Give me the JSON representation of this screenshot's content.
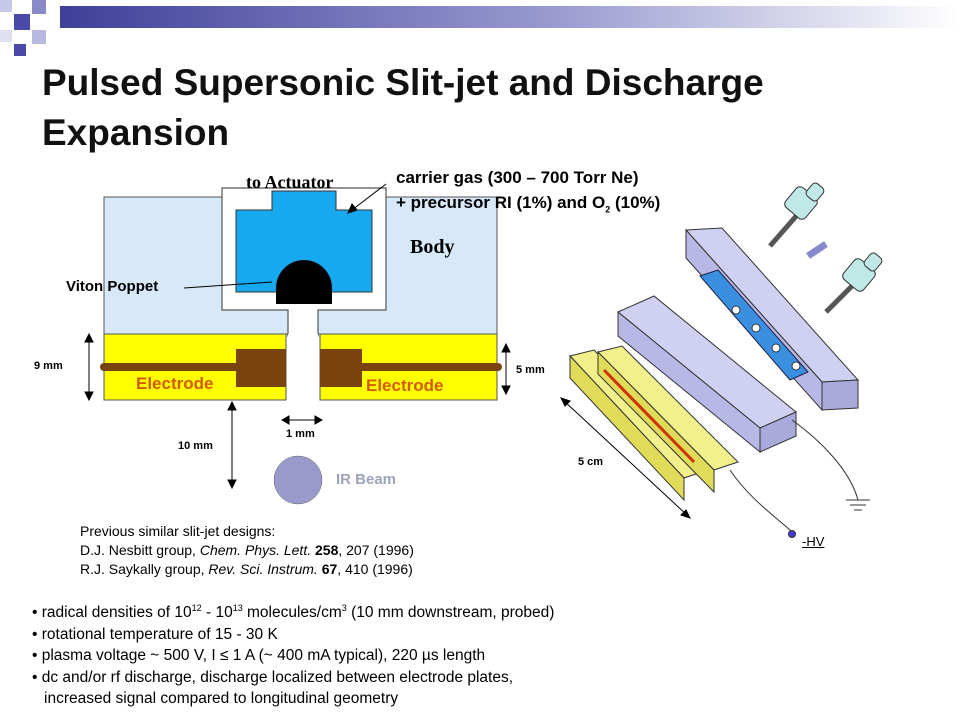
{
  "title": {
    "line1": "Pulsed Supersonic Slit-jet and Discharge",
    "line2": "Expansion"
  },
  "labels": {
    "to_actuator": "to Actuator",
    "carrier_line1": "carrier gas (300 – 700 Torr Ne)",
    "carrier_line2_pre": "+ precursor RI (1%) and O",
    "carrier_line2_sub": "2",
    "carrier_line2_post": " (10%)",
    "body": "Body",
    "viton_poppet": "Viton Poppet",
    "electrode_left": "Electrode",
    "electrode_right": "Electrode",
    "dim_9mm": "9 mm",
    "dim_5mm": "5 mm",
    "dim_10mm": "10 mm",
    "dim_1mm": "1 mm",
    "dim_5cm": "5 cm",
    "ir_beam": "IR Beam",
    "hv": "-HV"
  },
  "references": {
    "heading": "Previous similar slit-jet designs:",
    "ref1": {
      "pre": "D.J. Nesbitt group, ",
      "journal": "Chem. Phys. Lett.",
      "vol": "258",
      "post": ", 207 (1996)"
    },
    "ref2": {
      "pre": "R.J. Saykally group, ",
      "journal": "Rev. Sci. Instrum.",
      "vol": "67",
      "post": ", 410 (1996)"
    }
  },
  "bullets": {
    "b1": {
      "pre": "radical densities of 10",
      "sup1": "12",
      "mid": " - 10",
      "sup2": "13",
      "mid2": " molecules/cm",
      "sup3": "3",
      "post": " (10 mm downstream, probed)"
    },
    "b2": "rotational temperature of 15 - 30 K",
    "b3": "plasma voltage ~ 500 V, I ≤ 1 A (~ 400 mA typical), 220 µs length",
    "b4_line1": "dc and/or rf discharge, discharge localized between electrode plates,",
    "b4_line2": "increased signal compared to longitudinal geometry"
  },
  "colors": {
    "body_fill": "#d7e9f9",
    "chamber_fill": "#16a9ef",
    "electrode_fill": "#ffff00",
    "electrode_rod": "#7a4410",
    "ir_beam": "#9999cc",
    "plate_fill": "#c7c7ec",
    "title_text": "#111111",
    "electrode_text": "#d45a00",
    "ir_text": "#9da3b8",
    "deco_navy": "#4a4aa8",
    "deco_light": "#b8b8e0"
  }
}
